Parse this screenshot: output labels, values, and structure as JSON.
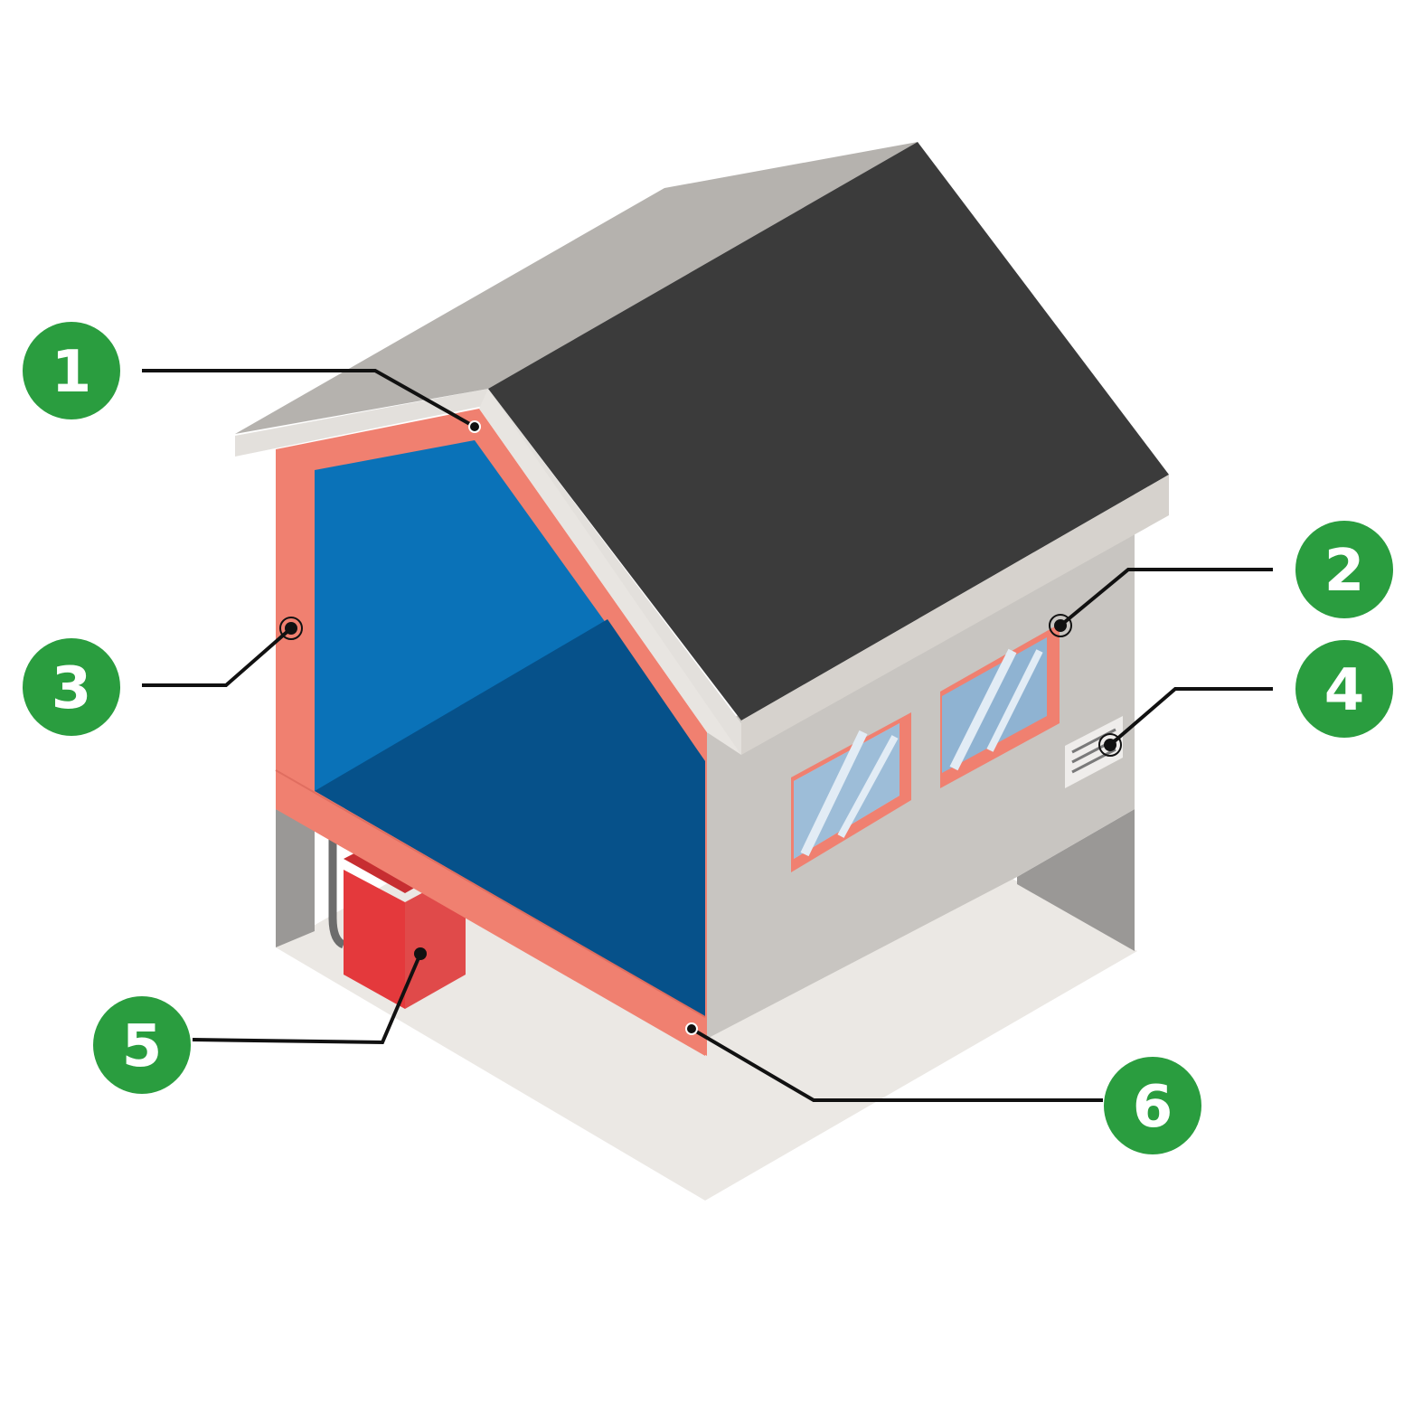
{
  "colors": {
    "badge": "#2a9d3f",
    "insulation": "#f08070",
    "interior_light": "#0a72b8",
    "interior_dark": "#06518a",
    "roof": "#3b3b3b",
    "roof_edge": "#b5b2ae",
    "wall": "#c8c5c1",
    "ground": "#ebe8e4",
    "heater": "#e4393c"
  },
  "callouts": [
    {
      "number": "1",
      "target": "roof-insulation"
    },
    {
      "number": "2",
      "target": "window-frame"
    },
    {
      "number": "3",
      "target": "wall-insulation"
    },
    {
      "number": "4",
      "target": "wall-vent"
    },
    {
      "number": "5",
      "target": "heater-unit"
    },
    {
      "number": "6",
      "target": "floor-insulation"
    }
  ]
}
